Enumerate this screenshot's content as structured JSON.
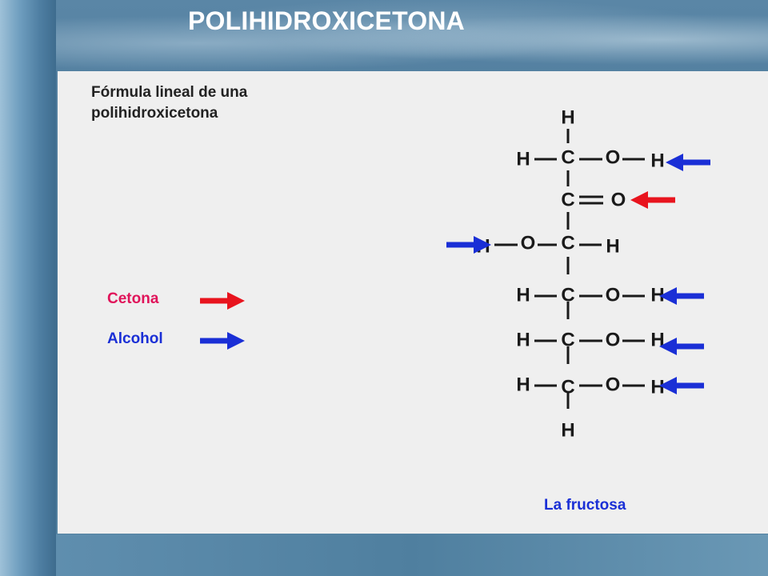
{
  "slide": {
    "title": "POLIHIDROXICETONA"
  },
  "panel": {
    "heading_line1": "Fórmula lineal de una",
    "heading_line2": "polihidroxicetona",
    "caption": "La fructosa"
  },
  "legend": [
    {
      "label": "Cetona",
      "color": "#e0145a",
      "arrow_color": "#e8141e"
    },
    {
      "label": "Alcohol",
      "color": "#1a2fd6",
      "arrow_color": "#1a2fd6"
    }
  ],
  "formula": {
    "atoms": {
      "carbon": "C",
      "hydrogen": "H",
      "oxygen": "O"
    },
    "rows": [
      {
        "carbon": "C1",
        "substituents": "H, O-H",
        "marked": "Alcohol"
      },
      {
        "carbon": "C2",
        "substituents": "=O",
        "marked": "Cetona"
      },
      {
        "carbon": "C3",
        "substituents": "H-O, H",
        "marked": "Alcohol"
      },
      {
        "carbon": "C4",
        "substituents": "H, O-H",
        "marked": "Alcohol"
      },
      {
        "carbon": "C5",
        "substituents": "H, O-H",
        "marked": "Alcohol"
      },
      {
        "carbon": "C6",
        "substituents": "H, O-H",
        "marked": "Alcohol"
      }
    ]
  }
}
